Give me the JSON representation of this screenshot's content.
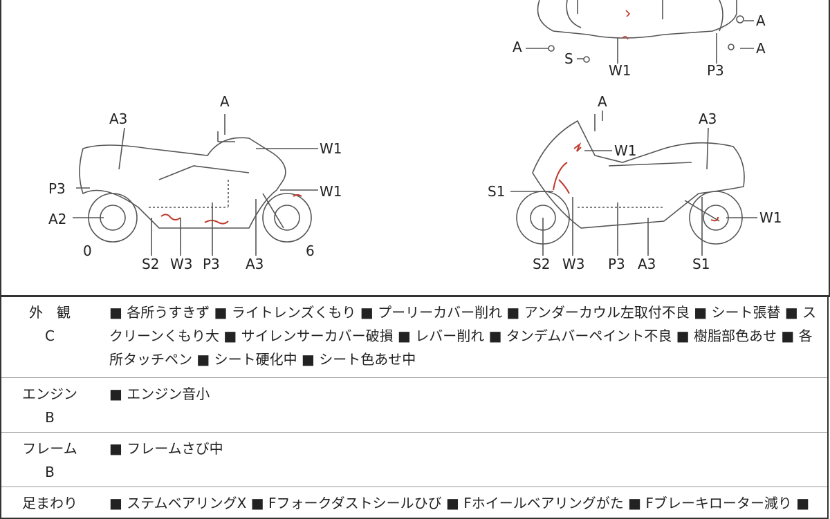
{
  "diagram": {
    "top_view_labels": [
      "A",
      "A",
      "A",
      "S",
      "W1",
      "P3"
    ],
    "left_view_labels": [
      "A",
      "A3",
      "W1",
      "P3",
      "W1",
      "A2",
      "0",
      "6",
      "S2",
      "W3",
      "P3",
      "A3"
    ],
    "right_view_labels": [
      "A",
      "A3",
      "W1",
      "S1",
      "W1",
      "S2",
      "W3",
      "P3",
      "A3",
      "S1"
    ],
    "damage_color": "#c0392b"
  },
  "rows": [
    {
      "category": "外　観",
      "grade": "C",
      "text": "■ 各所うすきず ■ ライトレンズくもり ■ プーリーカバー削れ ■ アンダーカウル左取付不良 ■ シート張替 ■ スクリーンくもり大 ■ サイレンサーカバー破損 ■ レバー削れ ■ タンデムバーペイント不良 ■ 樹脂部色あせ ■ 各所タッチペン ■ シート硬化中 ■ シート色あせ中"
    },
    {
      "category": "エンジン",
      "grade": "B",
      "text": "■ エンジン音小"
    },
    {
      "category": "フレーム",
      "grade": "B",
      "text": "■ フレームさび中"
    },
    {
      "category": "足まわり",
      "grade": "",
      "text": "■ ステムベアリングX ■ Fフォークダストシールひび ■ Fホイールベアリングがた ■ Fブレーキローター減り ■"
    }
  ]
}
